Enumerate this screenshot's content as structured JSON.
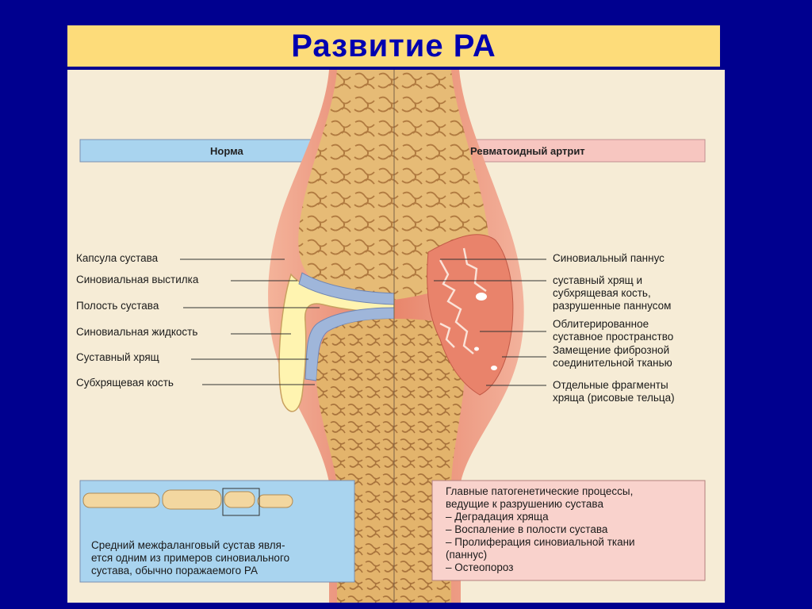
{
  "title": "Развитие  РА",
  "headers": {
    "left": "Норма",
    "right": "Ревматоидный артрит"
  },
  "left_labels": [
    "Капсула сустава",
    "Синовиальная выстилка",
    "Полость сустава",
    "Синовиальная жидкость",
    "Суставный хрящ",
    "Субхрящевая кость"
  ],
  "right_labels": [
    {
      "lines": [
        "Синовиальный паннус"
      ]
    },
    {
      "lines": [
        "суставный хрящ и",
        "субхрящевая кость,",
        "разрушенные паннусом"
      ]
    },
    {
      "lines": [
        "Облитерированное",
        "суставное пространство"
      ]
    },
    {
      "lines": [
        "Замещение фиброзной",
        "соединительной тканью"
      ]
    },
    {
      "lines": [
        "Отдельные фрагменты",
        "хряща (рисовые тельца)"
      ]
    }
  ],
  "finger_box": {
    "lines": [
      "Средний межфаланговый сустав явля-",
      "ется одним из примеров синовиального",
      "сустава, обычно поражаемого РА"
    ]
  },
  "process_box": {
    "lines": [
      "Главные патогенетические процессы,",
      "ведущие к разрушению сустава",
      "– Деградация хряща",
      "– Воспаление в полости сустава",
      "– Пролиферация синовиальной ткани",
      "   (паннус)",
      "– Остеопороз"
    ]
  },
  "colors": {
    "background": "#00008f",
    "title_bar": "#fddc7a",
    "title_text": "#0000b0",
    "panel": "#f6ecd6",
    "normal_header": "#a9d4ef",
    "ra_header": "#f7c6c0",
    "bone": "#e2b066",
    "capsule": "#e8826a",
    "cartilage": "#9fb6da",
    "synovial_fluid": "#fff4b0"
  }
}
